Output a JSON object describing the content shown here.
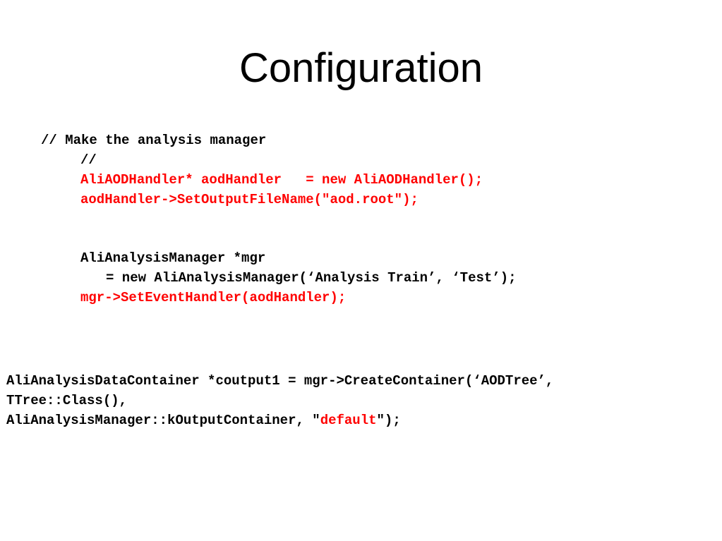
{
  "slide": {
    "title": "Configuration"
  },
  "code_block_1": {
    "comment_line": "// Make the analysis manager",
    "comment_line_2": "//",
    "handler_decl": "AliAODHandler* aodHandler   = new AliAODHandler();",
    "set_output": "aodHandler->SetOutputFileName(\"aod.root\");"
  },
  "code_block_2": {
    "mgr_decl": "AliAnalysisManager *mgr",
    "mgr_new": "= new AliAnalysisManager(‘Analysis Train’, ‘Test’);",
    "set_handler": "mgr->SetEventHandler(aodHandler);"
  },
  "code_block_3": {
    "line1": "AliAnalysisDataContainer *coutput1 = mgr->CreateContainer(‘AODTree’,",
    "line2": "TTree::Class(),",
    "line3_prefix": "AliAnalysisManager::kOutputContainer, \"",
    "line3_highlight": "default",
    "line3_suffix": "\");"
  },
  "colors": {
    "text": "#000000",
    "highlight": "#ff0000",
    "background": "#ffffff"
  }
}
